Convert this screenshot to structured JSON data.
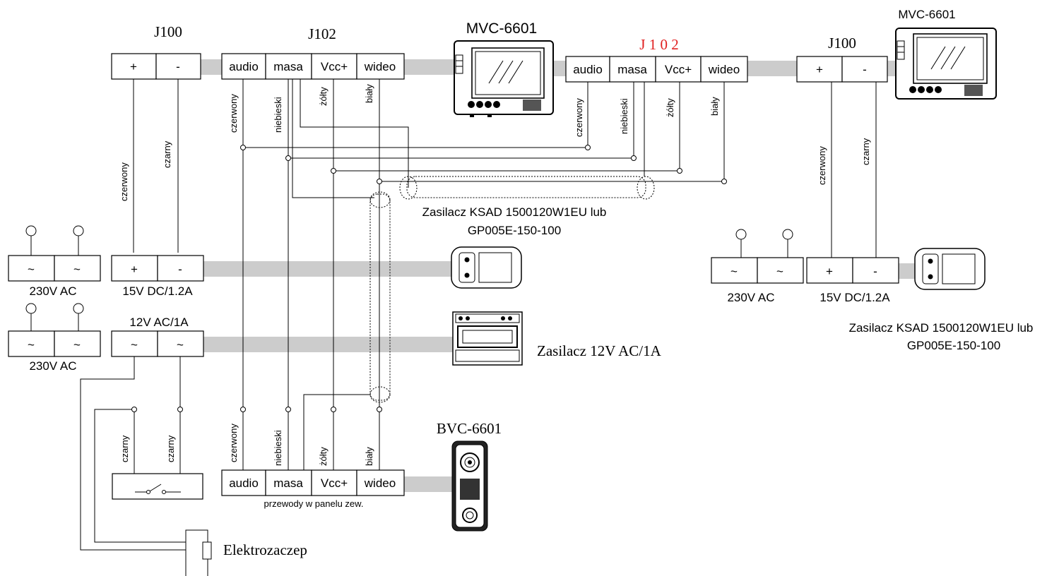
{
  "colors": {
    "cable": "#cccccc",
    "highlight": "#e02020",
    "line": "#000000"
  },
  "j100_left": {
    "title": "J100",
    "plus": "+",
    "minus": "-"
  },
  "j102_left": {
    "title": "J102",
    "t1": "audio",
    "t2": "masa",
    "t3": "Vcc+",
    "t4": "wideo"
  },
  "monitor_left": {
    "title": "MVC-6601"
  },
  "j102_right": {
    "title": "J 1 0 2",
    "t1": "audio",
    "t2": "masa",
    "t3": "Vcc+",
    "t4": "wideo"
  },
  "j100_right": {
    "title": "J100",
    "plus": "+",
    "minus": "-"
  },
  "monitor_right": {
    "title": "MVC-6601"
  },
  "wires": {
    "czerwony": "czerwony",
    "niebieski": "niebieski",
    "zolty": "żółty",
    "bialy": "biały",
    "czarny": "czarny"
  },
  "psu_left": {
    "ac_label": "230V AC",
    "dc_label": "15V DC/1.2A",
    "tilde": "~",
    "plus": "+",
    "minus": "-",
    "note_line1": "Zasilacz KSAD 1500120W1EU lub",
    "note_line2": "GP005E-150-100"
  },
  "psu12": {
    "ac_label": "230V AC",
    "out_label": "12V AC/1A",
    "tilde": "~",
    "caption": "Zasilacz 12V AC/1A"
  },
  "psu_right": {
    "ac_label": "230V AC",
    "dc_label": "15V DC/1.2A",
    "tilde": "~",
    "plus": "+",
    "minus": "-",
    "note_line1": "Zasilacz KSAD 1500120W1EU lub",
    "note_line2": "GP005E-150-100"
  },
  "panel": {
    "title": "BVC-6601",
    "t1": "audio",
    "t2": "masa",
    "t3": "Vcc+",
    "t4": "wideo",
    "note": "przewody w panelu zew."
  },
  "lock": {
    "label": "Elektrozaczep"
  }
}
